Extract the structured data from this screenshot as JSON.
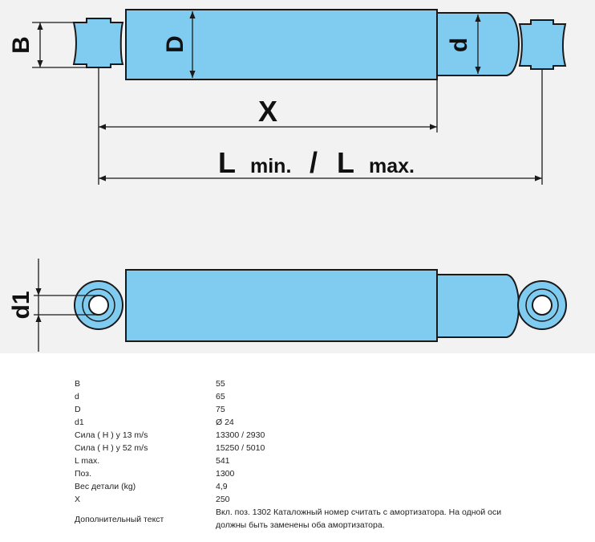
{
  "drawing": {
    "colors": {
      "body": "#80ccf1",
      "outline": "#1a1a1a",
      "background": "#f2f2f2"
    },
    "labels": {
      "B": "B",
      "D": "D",
      "d": "d",
      "d1": "d1",
      "X": "X",
      "L": "L",
      "min": "min.",
      "slash": "/",
      "L2": "L",
      "max": "max."
    }
  },
  "specs": {
    "rows": [
      {
        "key": "B",
        "value": "55"
      },
      {
        "key": "d",
        "value": "65"
      },
      {
        "key": "D",
        "value": "75"
      },
      {
        "key": "d1",
        "value": "Ø 24"
      },
      {
        "key": "Сила ( Н ) у 13 m/s",
        "value": "13300 / 2930"
      },
      {
        "key": "Сила ( Н ) у 52 m/s",
        "value": "15250 / 5010"
      },
      {
        "key": "L max.",
        "value": "541"
      },
      {
        "key": "Поз.",
        "value": "1300"
      },
      {
        "key": "Вес детали (kg)",
        "value": "4,9"
      },
      {
        "key": "X",
        "value": "250"
      }
    ],
    "extra": {
      "key": "Дополнительный текст",
      "value_line1": "Вкл. поз. 1302 Каталожный номер считать с амортизатора. На одной оси",
      "value_line2": "должны быть заменены оба амортизатора."
    }
  }
}
